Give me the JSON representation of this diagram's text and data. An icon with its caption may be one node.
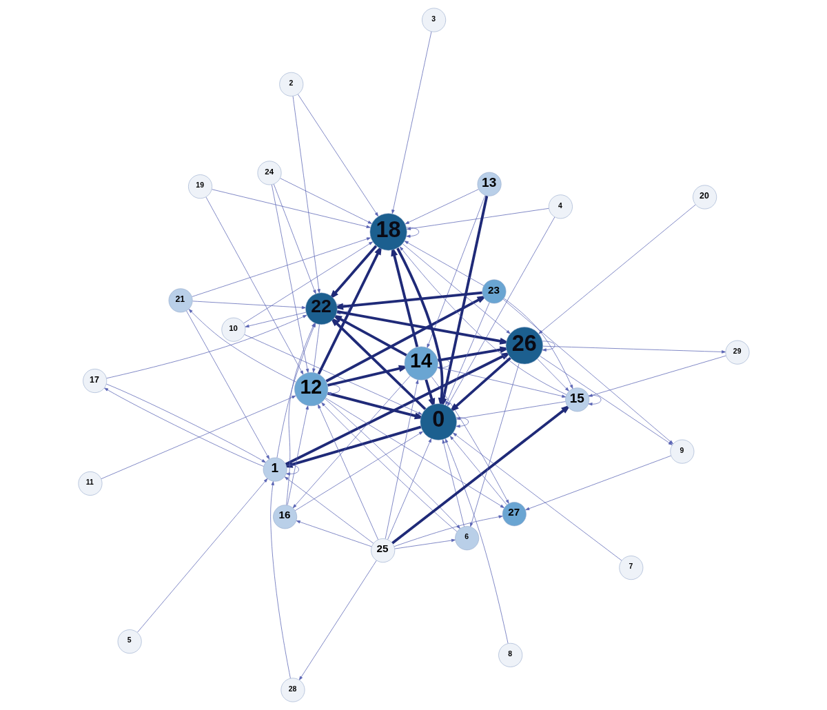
{
  "diagram": {
    "nodes": [
      {
        "text": [
          "0"
        ]
      },
      {
        "text": [
          "1"
        ]
      },
      {
        "text": [
          "2"
        ]
      },
      {
        "text": [
          "3"
        ]
      },
      {
        "text": [
          "4"
        ]
      },
      {
        "text": [
          "5"
        ]
      },
      {
        "text": [
          "6"
        ]
      },
      {
        "text": [
          "7"
        ]
      },
      {
        "text": [
          "8"
        ]
      },
      {
        "text": [
          "9"
        ]
      },
      {
        "text": [
          "10"
        ]
      },
      {
        "text": [
          "11"
        ]
      },
      {
        "text": [
          "12"
        ]
      },
      {
        "text": [
          "13"
        ]
      },
      {
        "text": [
          "14"
        ]
      },
      {
        "text": [
          "15"
        ]
      },
      {
        "text": [
          "16"
        ]
      },
      {
        "text": [
          "17"
        ]
      },
      {
        "text": [
          "18"
        ]
      },
      {
        "text": [
          "19"
        ]
      },
      {
        "text": [
          "20"
        ]
      },
      {
        "text": [
          "21"
        ]
      },
      {
        "text": [
          "22"
        ]
      },
      {
        "text": [
          "23"
        ]
      },
      {
        "text": [
          "24"
        ]
      },
      {
        "text": [
          "25"
        ]
      },
      {
        "text": [
          "26"
        ]
      },
      {
        "text": [
          "27"
        ]
      },
      {
        "text": [
          "28"
        ]
      },
      {
        "text": [
          "29"
        ]
      }
    ],
    "edges": [
      {
        "from": 26,
        "to": 0,
        "arrow": "to",
        "style": "thick"
      },
      {
        "from": 13,
        "to": 0,
        "arrow": "to",
        "style": "thick"
      },
      {
        "from": 1,
        "to": 26,
        "arrow": "to",
        "style": "thick"
      },
      {
        "from": 0,
        "to": 1,
        "arrow": "to",
        "style": "thick"
      },
      {
        "from": 14,
        "to": 0,
        "arrow": "to",
        "style": "thick"
      },
      {
        "from": 12,
        "to": 0,
        "arrow": "to",
        "style": "thick"
      },
      {
        "from": 18,
        "to": 0,
        "arrow": "to",
        "style": "thick"
      },
      {
        "from": 12,
        "to": 18,
        "arrow": "to",
        "style": "thick"
      },
      {
        "from": 14,
        "to": 18,
        "arrow": "to",
        "style": "thick"
      },
      {
        "from": 18,
        "to": 22,
        "arrow": "to",
        "style": "thick"
      },
      {
        "from": 0,
        "to": 22,
        "arrow": "to",
        "style": "thick"
      },
      {
        "from": 14,
        "to": 26,
        "arrow": "to",
        "style": "thick"
      },
      {
        "from": 25,
        "to": 15,
        "arrow": "to",
        "style": "thick"
      },
      {
        "from": 14,
        "to": 22,
        "arrow": "to",
        "style": "thick"
      },
      {
        "from": 12,
        "to": 14,
        "arrow": "to",
        "style": "thick"
      },
      {
        "from": 12,
        "to": 23,
        "arrow": "to",
        "style": "thick"
      },
      {
        "from": 22,
        "to": 26,
        "arrow": "to",
        "style": "thick"
      },
      {
        "from": 23,
        "to": 22,
        "arrow": "to",
        "style": "thick"
      },
      {
        "from": 15,
        "to": 0,
        "arrow": "to"
      },
      {
        "from": 15,
        "to": 18,
        "arrow": "to"
      },
      {
        "from": 13,
        "to": 14,
        "arrow": "to"
      },
      {
        "from": 25,
        "to": 16,
        "arrow": "to"
      },
      {
        "from": 16,
        "to": 12,
        "arrow": "to"
      },
      {
        "from": 21,
        "to": 1,
        "arrow": "to"
      },
      {
        "from": 24,
        "to": 18,
        "arrow": "to"
      },
      {
        "from": 12,
        "to": 27,
        "arrow": "to"
      },
      {
        "from": 22,
        "to": 12,
        "arrow": "to"
      },
      {
        "from": 10,
        "to": 0,
        "arrow": "to"
      },
      {
        "from": 22,
        "to": 10,
        "arrow": "to"
      },
      {
        "from": 21,
        "to": 22,
        "arrow": "to"
      },
      {
        "from": 4,
        "to": 0,
        "arrow": "to"
      },
      {
        "from": 18,
        "to": 26,
        "arrow": "to"
      },
      {
        "from": 13,
        "to": 18,
        "arrow": "to"
      },
      {
        "from": 25,
        "to": 1,
        "arrow": "to"
      },
      {
        "from": 25,
        "to": 0,
        "arrow": "to"
      },
      {
        "from": 25,
        "to": 12,
        "arrow": "to"
      },
      {
        "from": 25,
        "to": 6,
        "arrow": "to"
      },
      {
        "from": 25,
        "to": 27,
        "arrow": "to"
      },
      {
        "from": 25,
        "to": 14,
        "arrow": "to"
      },
      {
        "from": 25,
        "to": 28,
        "arrow": "to"
      },
      {
        "from": 26,
        "to": 29,
        "arrow": "to"
      },
      {
        "from": 26,
        "to": 9,
        "arrow": "to"
      },
      {
        "from": 26,
        "to": 6,
        "arrow": "to"
      },
      {
        "from": 26,
        "to": 15,
        "arrow": "to"
      },
      {
        "from": 23,
        "to": 0,
        "arrow": "to"
      },
      {
        "from": 23,
        "to": 15,
        "arrow": "to"
      },
      {
        "from": 23,
        "to": 18,
        "arrow": "to"
      },
      {
        "from": 23,
        "to": 9,
        "arrow": "to"
      },
      {
        "from": 8,
        "to": 0,
        "arrow": "to"
      },
      {
        "from": 28,
        "to": 1,
        "arrow": "to"
      },
      {
        "from": 24,
        "to": 22,
        "arrow": "to"
      },
      {
        "from": 24,
        "to": 12,
        "arrow": "to"
      },
      {
        "from": 11,
        "to": 12,
        "arrow": "to"
      },
      {
        "from": 14,
        "to": 15,
        "arrow": "to"
      },
      {
        "from": 14,
        "to": 27,
        "arrow": "to"
      },
      {
        "from": 7,
        "to": 0,
        "arrow": "to"
      },
      {
        "from": 6,
        "to": 0,
        "arrow": "to"
      },
      {
        "from": 6,
        "to": 12,
        "arrow": "to"
      },
      {
        "from": 19,
        "to": 12,
        "arrow": "to"
      },
      {
        "from": 19,
        "to": 18,
        "arrow": "to"
      },
      {
        "from": 3,
        "to": 18,
        "arrow": "to"
      },
      {
        "from": 17,
        "to": 1,
        "arrow": "to"
      },
      {
        "from": 2,
        "to": 22,
        "arrow": "to"
      },
      {
        "from": 2,
        "to": 18,
        "arrow": "to"
      },
      {
        "from": 17,
        "to": 22,
        "arrow": "to"
      },
      {
        "from": 16,
        "to": 22,
        "arrow": "to"
      },
      {
        "from": 1,
        "to": 22,
        "arrow": "to"
      },
      {
        "from": 1,
        "to": 17,
        "arrow": "to"
      },
      {
        "from": 4,
        "to": 18,
        "arrow": "to"
      },
      {
        "from": 5,
        "to": 1,
        "arrow": "to"
      },
      {
        "from": 21,
        "to": 18,
        "arrow": "to"
      },
      {
        "from": 27,
        "to": 0,
        "arrow": "to"
      },
      {
        "from": 9,
        "to": 27,
        "arrow": "to"
      },
      {
        "from": 29,
        "to": 15,
        "arrow": "to"
      },
      {
        "from": 14,
        "to": 16,
        "arrow": "to"
      },
      {
        "from": 16,
        "to": 0,
        "arrow": "to"
      },
      {
        "from": 12,
        "to": 21,
        "arrow": "to"
      },
      {
        "from": 10,
        "to": 18,
        "arrow": "to"
      },
      {
        "from": 20,
        "to": 26,
        "arrow": "to"
      },
      {
        "from": 12,
        "to": 6,
        "arrow": "to"
      },
      {
        "from": 0,
        "to": 0,
        "arrow": "to"
      },
      {
        "from": 26,
        "to": 26,
        "arrow": "to"
      },
      {
        "from": 1,
        "to": 1,
        "arrow": "to"
      },
      {
        "from": 14,
        "to": 14,
        "arrow": "to"
      },
      {
        "from": 15,
        "to": 15,
        "arrow": "to"
      },
      {
        "from": 18,
        "to": 18,
        "arrow": "to"
      },
      {
        "from": 22,
        "to": 22,
        "arrow": "to"
      },
      {
        "from": 12,
        "to": 12,
        "arrow": "to"
      }
    ]
  }
}
